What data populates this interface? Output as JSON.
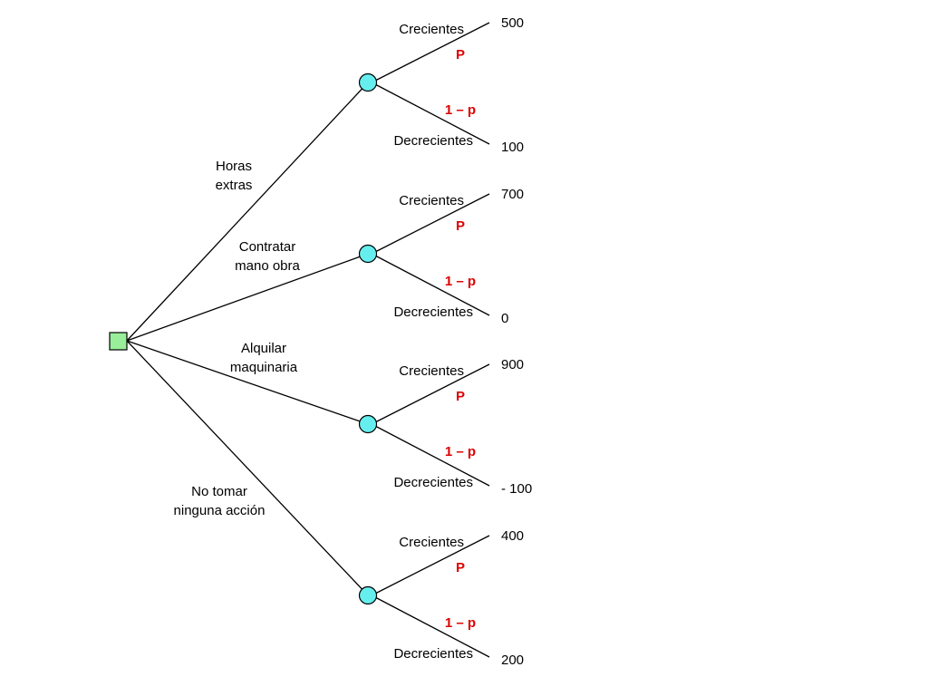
{
  "colors": {
    "decision_node": "#99ee99",
    "chance_node": "#66eeee",
    "probability_text": "#dd0000",
    "line": "#000000"
  },
  "decision_node": {
    "shape": "square"
  },
  "alternatives": [
    {
      "label_lines": [
        "Horas",
        "extras"
      ],
      "outcomes": [
        {
          "state": "Crecientes",
          "probability": "P",
          "value": "500"
        },
        {
          "state": "Decrecientes",
          "probability": "1 – p",
          "value": "100"
        }
      ]
    },
    {
      "label_lines": [
        "Contratar",
        "mano obra"
      ],
      "outcomes": [
        {
          "state": "Crecientes",
          "probability": "P",
          "value": "700"
        },
        {
          "state": "Decrecientes",
          "probability": "1 – p",
          "value": "0"
        }
      ]
    },
    {
      "label_lines": [
        "Alquilar",
        "maquinaria"
      ],
      "outcomes": [
        {
          "state": "Crecientes",
          "probability": "P",
          "value": "900"
        },
        {
          "state": "Decrecientes",
          "probability": "1 – p",
          "value": "- 100"
        }
      ]
    },
    {
      "label_lines": [
        "No tomar",
        "ninguna acción"
      ],
      "outcomes": [
        {
          "state": "Crecientes",
          "probability": "P",
          "value": "400"
        },
        {
          "state": "Decrecientes",
          "probability": "1 – p",
          "value": "200"
        }
      ]
    }
  ]
}
